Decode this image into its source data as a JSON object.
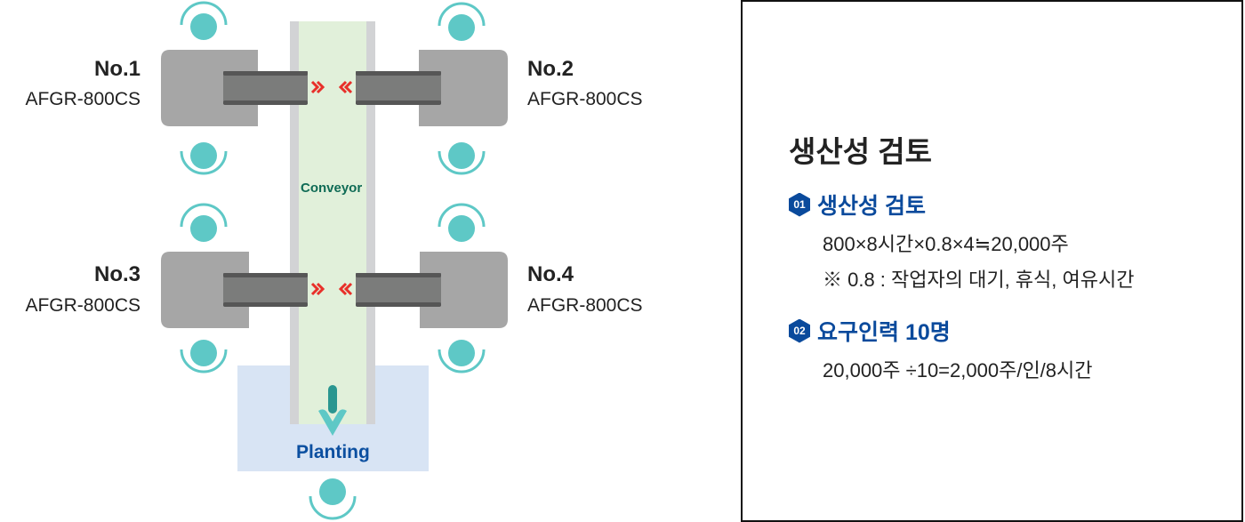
{
  "diagram": {
    "conveyor_label": "Conveyor",
    "planting_label": "Planting",
    "machines": [
      {
        "name": "No.1",
        "model": "AFGR-800CS"
      },
      {
        "name": "No.2",
        "model": "AFGR-800CS"
      },
      {
        "name": "No.3",
        "model": "AFGR-800CS"
      },
      {
        "name": "No.4",
        "model": "AFGR-800CS"
      }
    ],
    "colors": {
      "worker": "#5ec8c6",
      "machine": "#a6a6a6",
      "arm": "#7b7c7b",
      "conveyor": "#e1f0da",
      "planting": "#d8e4f4",
      "chevron": "#e8302a"
    }
  },
  "panel": {
    "title": "생산성 검토",
    "sections": [
      {
        "badge": "01",
        "title": "생산성 검토",
        "lines": [
          "800×8시간×0.8×4≒20,000주",
          "※ 0.8 : 작업자의 대기, 휴식, 여유시간"
        ]
      },
      {
        "badge": "02",
        "title": "요구인력 10명",
        "lines": [
          "20,000주 ÷10=2,000주/인/8시간"
        ]
      }
    ]
  }
}
